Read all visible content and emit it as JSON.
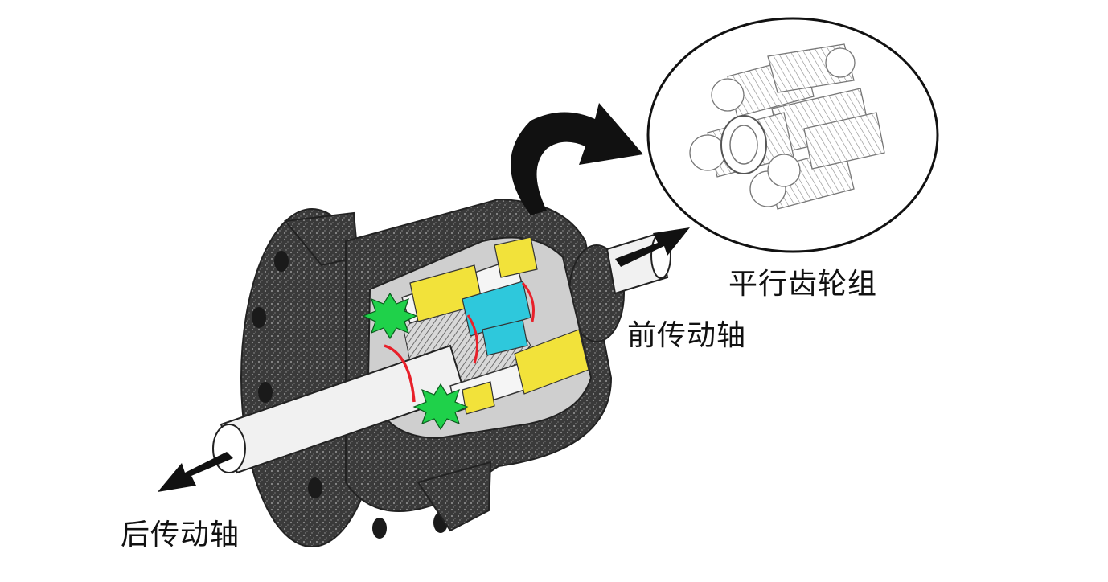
{
  "labels": {
    "parallel_gear_set": "平行齿轮组",
    "front_drive_shaft": "前传动轴",
    "rear_drive_shaft": "后传动轴"
  },
  "colors": {
    "housing": "#3c3c3c",
    "housing_dots": "#7a7a7a",
    "shaft": "#f1f1f1",
    "gear_green": "#1fd14a",
    "gear_yellow": "#f2e23a",
    "gear_cyan": "#2ec8dc",
    "ring_red": "#e8202a",
    "arrow": "#111111"
  },
  "icons": {
    "rotation_arrow": "curved-arrow-icon",
    "output_arrow_front": "arrow-up-right-icon",
    "output_arrow_rear": "arrow-down-left-icon"
  }
}
